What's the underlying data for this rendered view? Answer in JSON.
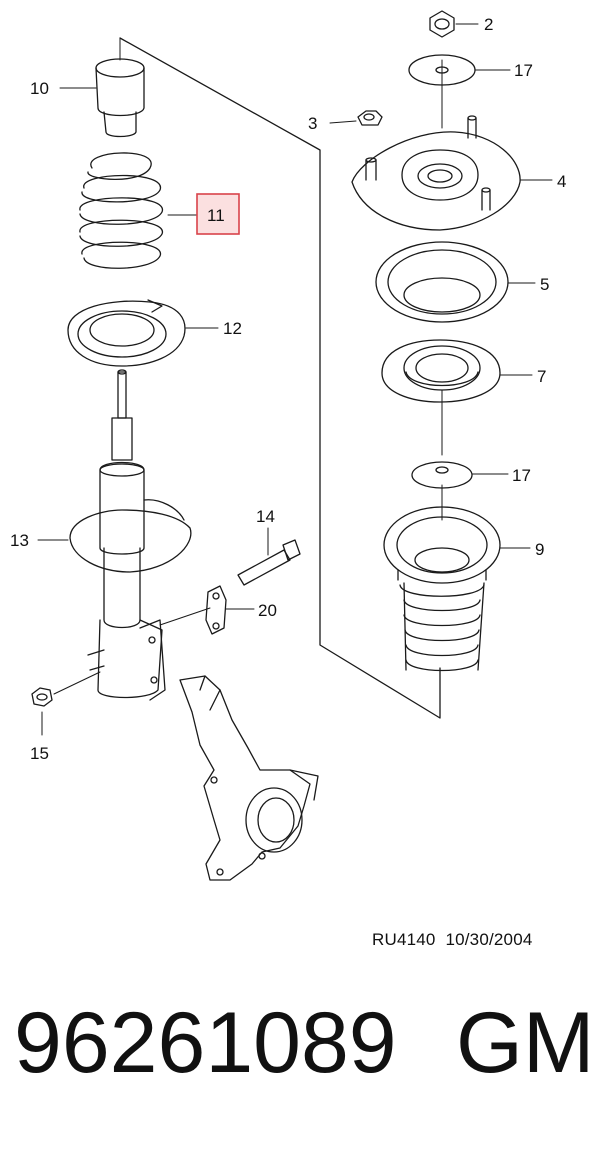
{
  "callouts": {
    "c2": "2",
    "c17a": "17",
    "c3": "3",
    "c4": "4",
    "c5": "5",
    "c7": "7",
    "c17b": "17",
    "c9": "9",
    "c10": "10",
    "c11": "11",
    "c12": "12",
    "c13": "13",
    "c14": "14",
    "c20": "20",
    "c15": "15"
  },
  "highlight_color": "#d9434a",
  "highlight_fill": "#fbe0e0",
  "reference": {
    "code": "RU4140",
    "date": "10/30/2004"
  },
  "part": {
    "number": "96261089",
    "brand": "GM"
  }
}
